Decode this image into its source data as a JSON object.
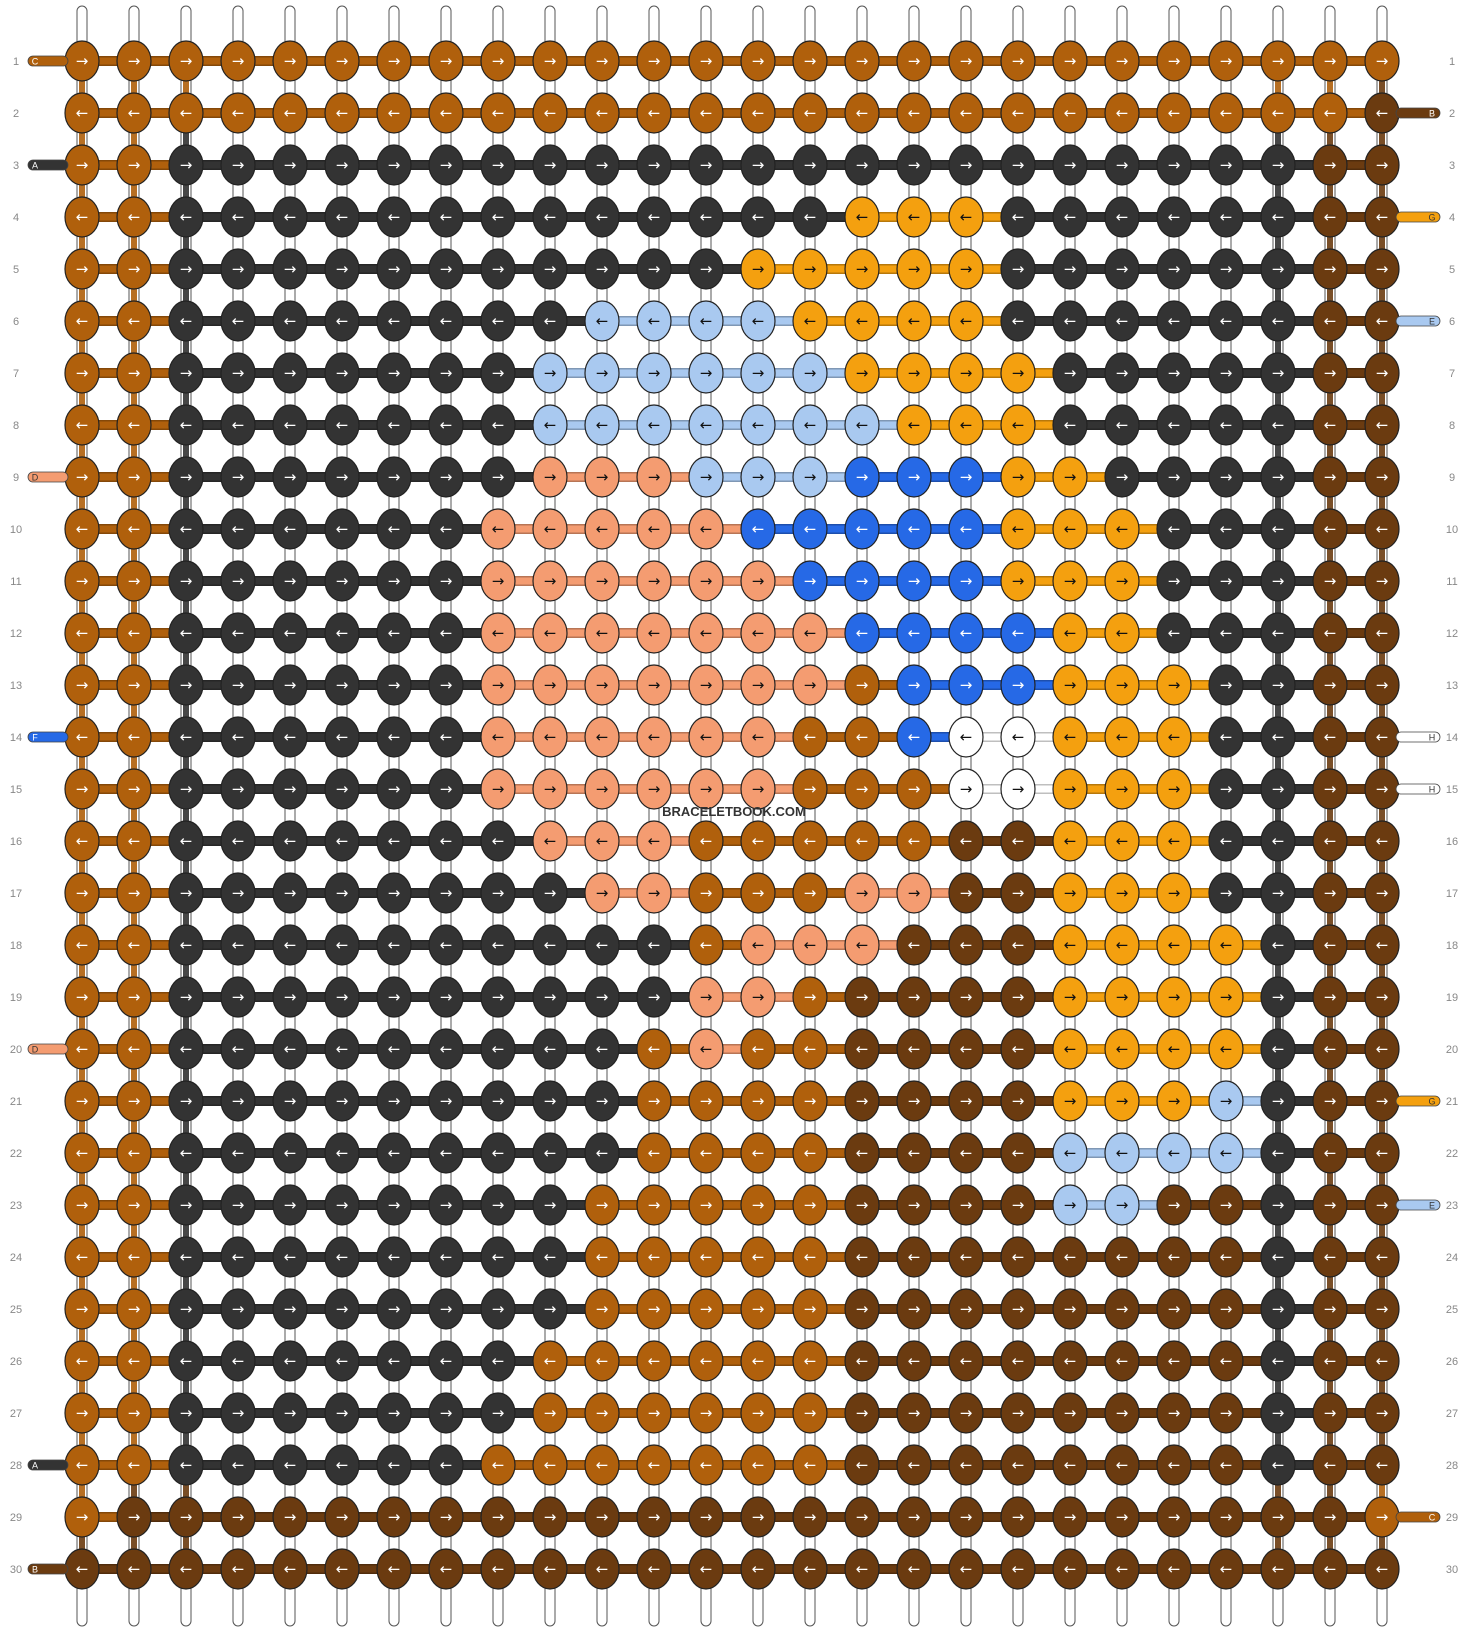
{
  "watermark": "BRACELETBOOK.COM",
  "colors": {
    "A": "#333333",
    "B": "#6b3b10",
    "C": "#b0600c",
    "D": "#f49c71",
    "E": "#a9c9f0",
    "F": "#2669e6",
    "G": "#f4a00f",
    "H": "#ffffff"
  },
  "strings": {
    "columns": 26,
    "rows": 30
  },
  "left_labels": [
    {
      "row": 1,
      "letter": "C"
    },
    {
      "row": 3,
      "letter": "A"
    },
    {
      "row": 9,
      "letter": "D"
    },
    {
      "row": 14,
      "letter": "F"
    },
    {
      "row": 20,
      "letter": "D"
    },
    {
      "row": 28,
      "letter": "A"
    },
    {
      "row": 30,
      "letter": "B"
    }
  ],
  "right_labels": [
    {
      "row": 2,
      "letter": "B"
    },
    {
      "row": 4,
      "letter": "G"
    },
    {
      "row": 6,
      "letter": "E"
    },
    {
      "row": 14,
      "letter": "H"
    },
    {
      "row": 15,
      "letter": "H"
    },
    {
      "row": 21,
      "letter": "G"
    },
    {
      "row": 23,
      "letter": "E"
    },
    {
      "row": 29,
      "letter": "C"
    }
  ],
  "row_labels": [
    "1",
    "2",
    "3",
    "4",
    "5",
    "6",
    "7",
    "8",
    "9",
    "10",
    "11",
    "12",
    "13",
    "14",
    "15",
    "16",
    "17",
    "18",
    "19",
    "20",
    "21",
    "22",
    "23",
    "24",
    "25",
    "26",
    "27",
    "28",
    "29",
    "30"
  ],
  "grid": [
    "CCCCCCCCCCCCCCCCCCCCCCCCCC",
    "CCCCCCCCCCCCCCCCCCCCCCCCCB",
    "CCAAAAAAAAAAAAAAAAAAAAAABB",
    "CCAAAAAAAAAAAAAGGGAAAAAABB",
    "CCAAAAAAAAAAAGGGGGAAAAAABB",
    "CCAAAAAAAAEEEEGGGGAAAAAABB",
    "CCAAAAAAAEEEEEEGGGGAAAAABB",
    "CCAAAAAAAEEEEEEEGGGAAAAABB",
    "CCAAAAAAADDDEEEFFFGGAAAABB",
    "CCAAAAAADDDDDFFFFFGGGAAABB",
    "CCAAAAAADDDDDDFFFFGGGAAABB",
    "CCAAAAAADDDDDDDFFFFGGAAABB",
    "CCAAAAAADDDDDDDCFFFGGGAABB",
    "CCAAAAAADDDDDDCCFHHGGGAABB",
    "CCAAAAAADDDDDDCCCHHGGGAABB",
    "CCAAAAAAADDDCCCCCBBGGGAABB",
    "CCAAAAAAAADDCCCDDBBGGGAABB",
    "CCAAAAAAAAAACDDDBBBGGGGABB",
    "CCAAAAAAAAAADDCBBBBGGGGABB",
    "CCAAAAAAAAACDCCBBBBGGGGABB",
    "CCAAAAAAAAACCCCBBBBGGGEABB",
    "CCAAAAAAAAACCCCBBBBEEEEABB",
    "CCAAAAAAAACCCCCBBBBEEBBABB",
    "CCAAAAAAAACCCCCBBBBBBBBABB",
    "CCAAAAAAAACCCCCBBBBBBBBABB",
    "CCAAAAAAACCCCCCBBBBBBBBABB",
    "CCAAAAAAACCCCCCBBBBBBBBABB",
    "CCAAAAAACCCCCCCBBBBBBBBABB",
    "CBBBBBBBBBBBBBBBBBBBBBBBBC",
    "BBBBBBBBBBBBBBBBBBBBBBBBBB"
  ]
}
